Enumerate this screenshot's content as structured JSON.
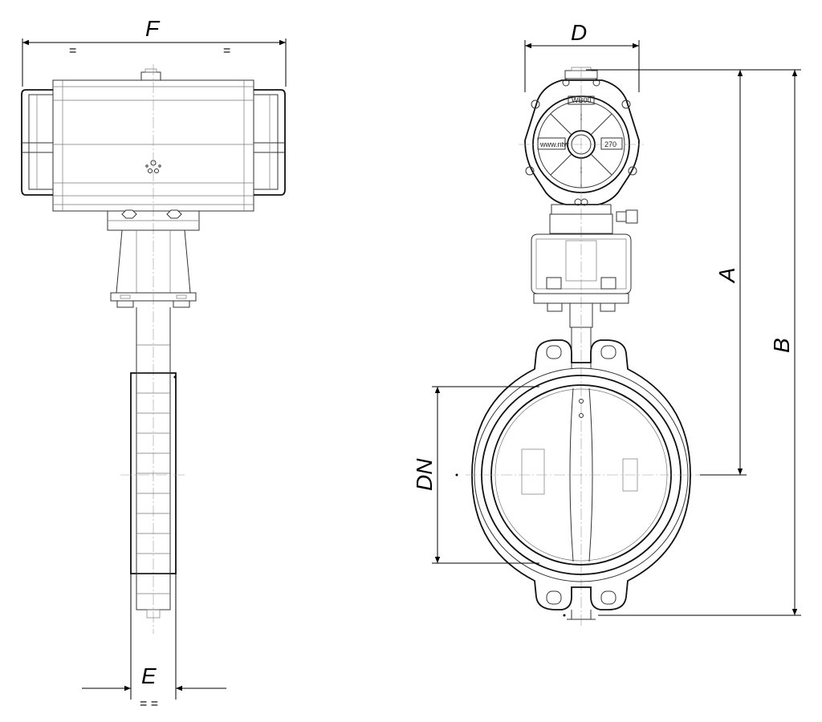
{
  "dimensions": {
    "F": "F",
    "D": "D",
    "A": "A",
    "B": "B",
    "DN": "DN",
    "E": "E"
  },
  "equal_marks": {
    "top_left": "=",
    "top_right": "=",
    "bottom": "= ="
  },
  "actuator_labels": {
    "indicator_value": "270",
    "left_plate": "www.ntw",
    "top_plate": "WB00"
  }
}
